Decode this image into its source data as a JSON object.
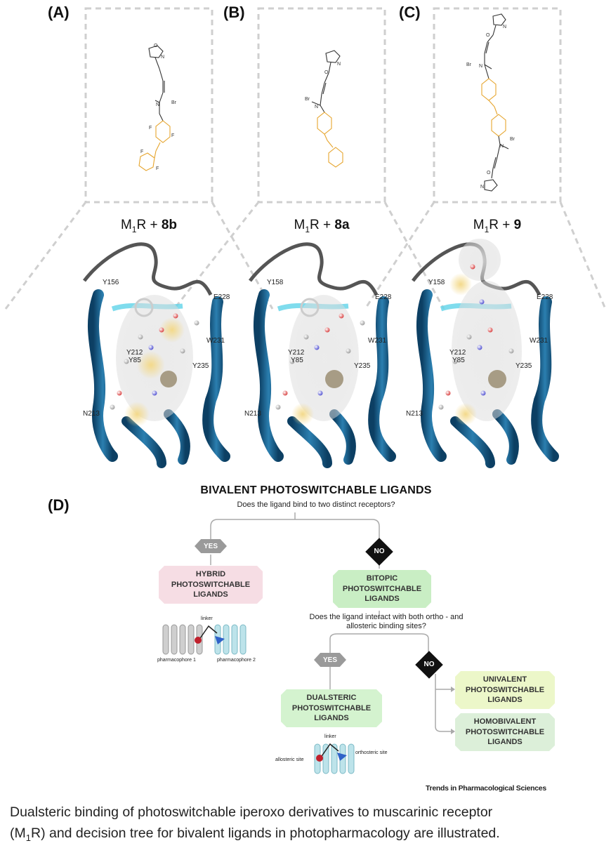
{
  "panels": [
    {
      "label": "(A)",
      "complex_prefix": "M",
      "complex_sub": "1",
      "complex_mid": "R + ",
      "ligand": "8b",
      "residues": [
        "Y156",
        "E228",
        "W231",
        "Y212",
        "Y85",
        "Y235",
        "N213"
      ]
    },
    {
      "label": "(B)",
      "complex_prefix": "M",
      "complex_sub": "1",
      "complex_mid": "R + ",
      "ligand": "8a",
      "residues": [
        "Y158",
        "E228",
        "W231",
        "Y212",
        "Y85",
        "Y235",
        "N213"
      ]
    },
    {
      "label": "(C)",
      "complex_prefix": "M",
      "complex_sub": "1",
      "complex_mid": "R + ",
      "ligand": "9",
      "residues": [
        "Y158",
        "E228",
        "W231",
        "Y212",
        "Y85",
        "Y235",
        "N213"
      ]
    }
  ],
  "chem_labels": {
    "br": "Br",
    "n": "N",
    "o": "O",
    "f": "F"
  },
  "tree": {
    "panel_label": "(D)",
    "title": "BIVALENT PHOTOSWITCHABLE LIGANDS",
    "q1": "Does the ligand bind to two distinct receptors?",
    "yes1": "YES",
    "no1": "NO",
    "hybrid": [
      "HYBRID",
      "PHOTOSWITCHABLE",
      "LIGANDS"
    ],
    "bitopic": [
      "BITOPIC",
      "PHOTOSWITCHABLE",
      "LIGANDS"
    ],
    "q2_line1": "Does the ligand interact with both ortho - and",
    "q2_line2": "allosteric binding sites?",
    "yes2": "YES",
    "no2": "NO",
    "dualsteric": [
      "DUALSTERIC",
      "PHOTOSWITCHABLE",
      "LIGANDS"
    ],
    "univalent": [
      "UNIVALENT",
      "PHOTOSWITCHABLE",
      "LIGANDS"
    ],
    "homobivalent": [
      "HOMOBIVALENT",
      "PHOTOSWITCHABLE",
      "LIGANDS"
    ],
    "linker1": "linker",
    "pharm1": "pharmacophore 1",
    "pharm2": "pharmacophore 2",
    "linker2": "linker",
    "allosteric": "allosteric site",
    "orthosteric": "orthosteric site",
    "colors": {
      "hybrid": "#f6dde4",
      "bitopic": "#c9eec4",
      "dualsteric": "#d4f3cf",
      "univalent": "#ecf7c9",
      "homobivalent": "#dcefd9"
    }
  },
  "source": "Trends in Pharmacological Sciences",
  "caption": {
    "line1": "Dualsteric binding of photoswitchable iperoxo derivatives to muscarinic receptor",
    "line2_a": "(M",
    "line2_sub": "1",
    "line2_b": "R) and decision tree for bivalent ligands in photopharmacology are illustrated."
  }
}
